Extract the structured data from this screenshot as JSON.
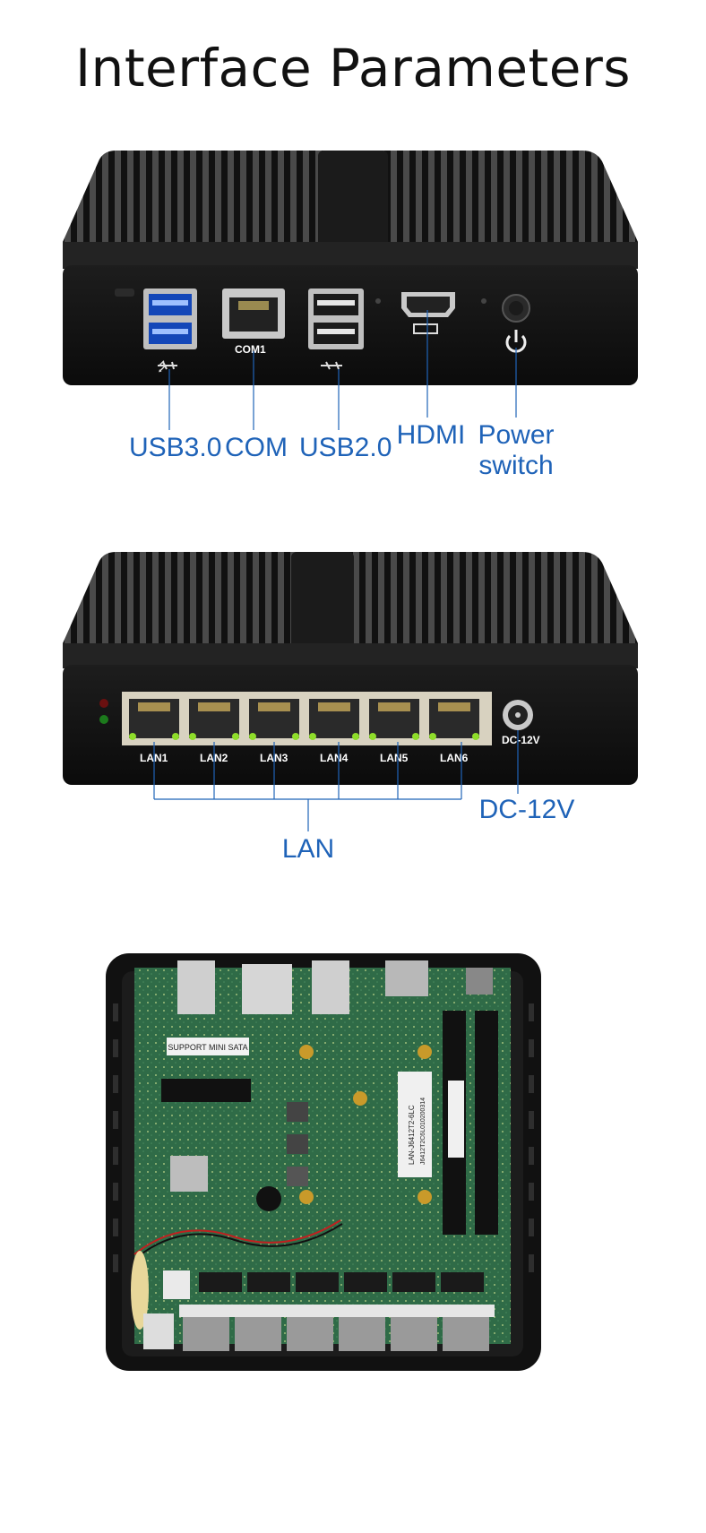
{
  "title": "Interface Parameters",
  "front_panel": {
    "labels": {
      "usb30": "USB3.0",
      "com": "COM",
      "usb20": "USB2.0",
      "hdmi": "HDMI",
      "power_line1": "Power",
      "power_line2": "switch"
    },
    "printed": {
      "com1": "COM1"
    }
  },
  "rear_panel": {
    "labels": {
      "lan": "LAN",
      "dc": "DC-12V"
    },
    "printed": {
      "lan_ports": [
        "LAN1",
        "LAN2",
        "LAN3",
        "LAN4",
        "LAN5",
        "LAN6"
      ],
      "dc": "DC-12V"
    }
  },
  "board": {
    "sata_label": "SUPPORT MINI SATA",
    "sticker_line1": "LAN-J6412T2-6LC",
    "sticker_line2": "J6412T2C6L010200314"
  },
  "colors": {
    "label_blue": "#1f63b8",
    "case_black": "#141414",
    "pcb_green": "#2f6b47"
  }
}
